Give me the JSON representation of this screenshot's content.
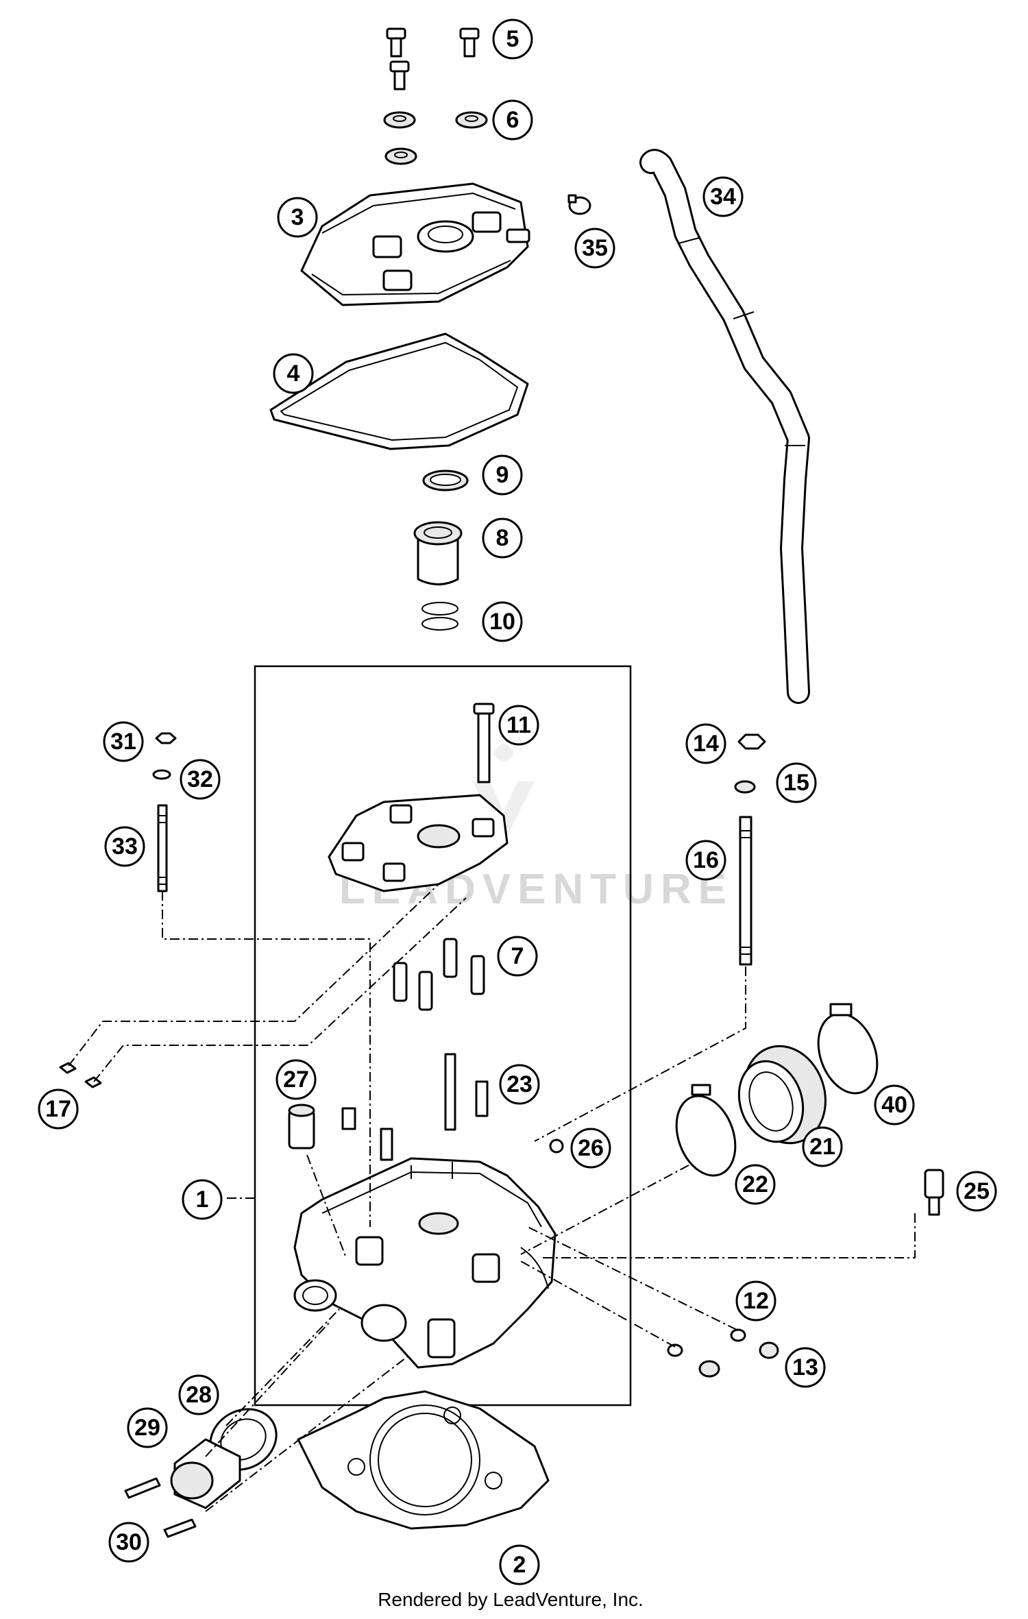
{
  "watermark": "LEADVENTURE",
  "credit": "Rendered by LeadVenture, Inc.",
  "callouts": [
    "5",
    "6",
    "3",
    "34",
    "35",
    "4",
    "9",
    "8",
    "10",
    "11",
    "31",
    "32",
    "33",
    "14",
    "15",
    "16",
    "7",
    "17",
    "27",
    "23",
    "26",
    "40",
    "21",
    "22",
    "1",
    "25",
    "12",
    "13",
    "28",
    "29",
    "30",
    "2"
  ]
}
